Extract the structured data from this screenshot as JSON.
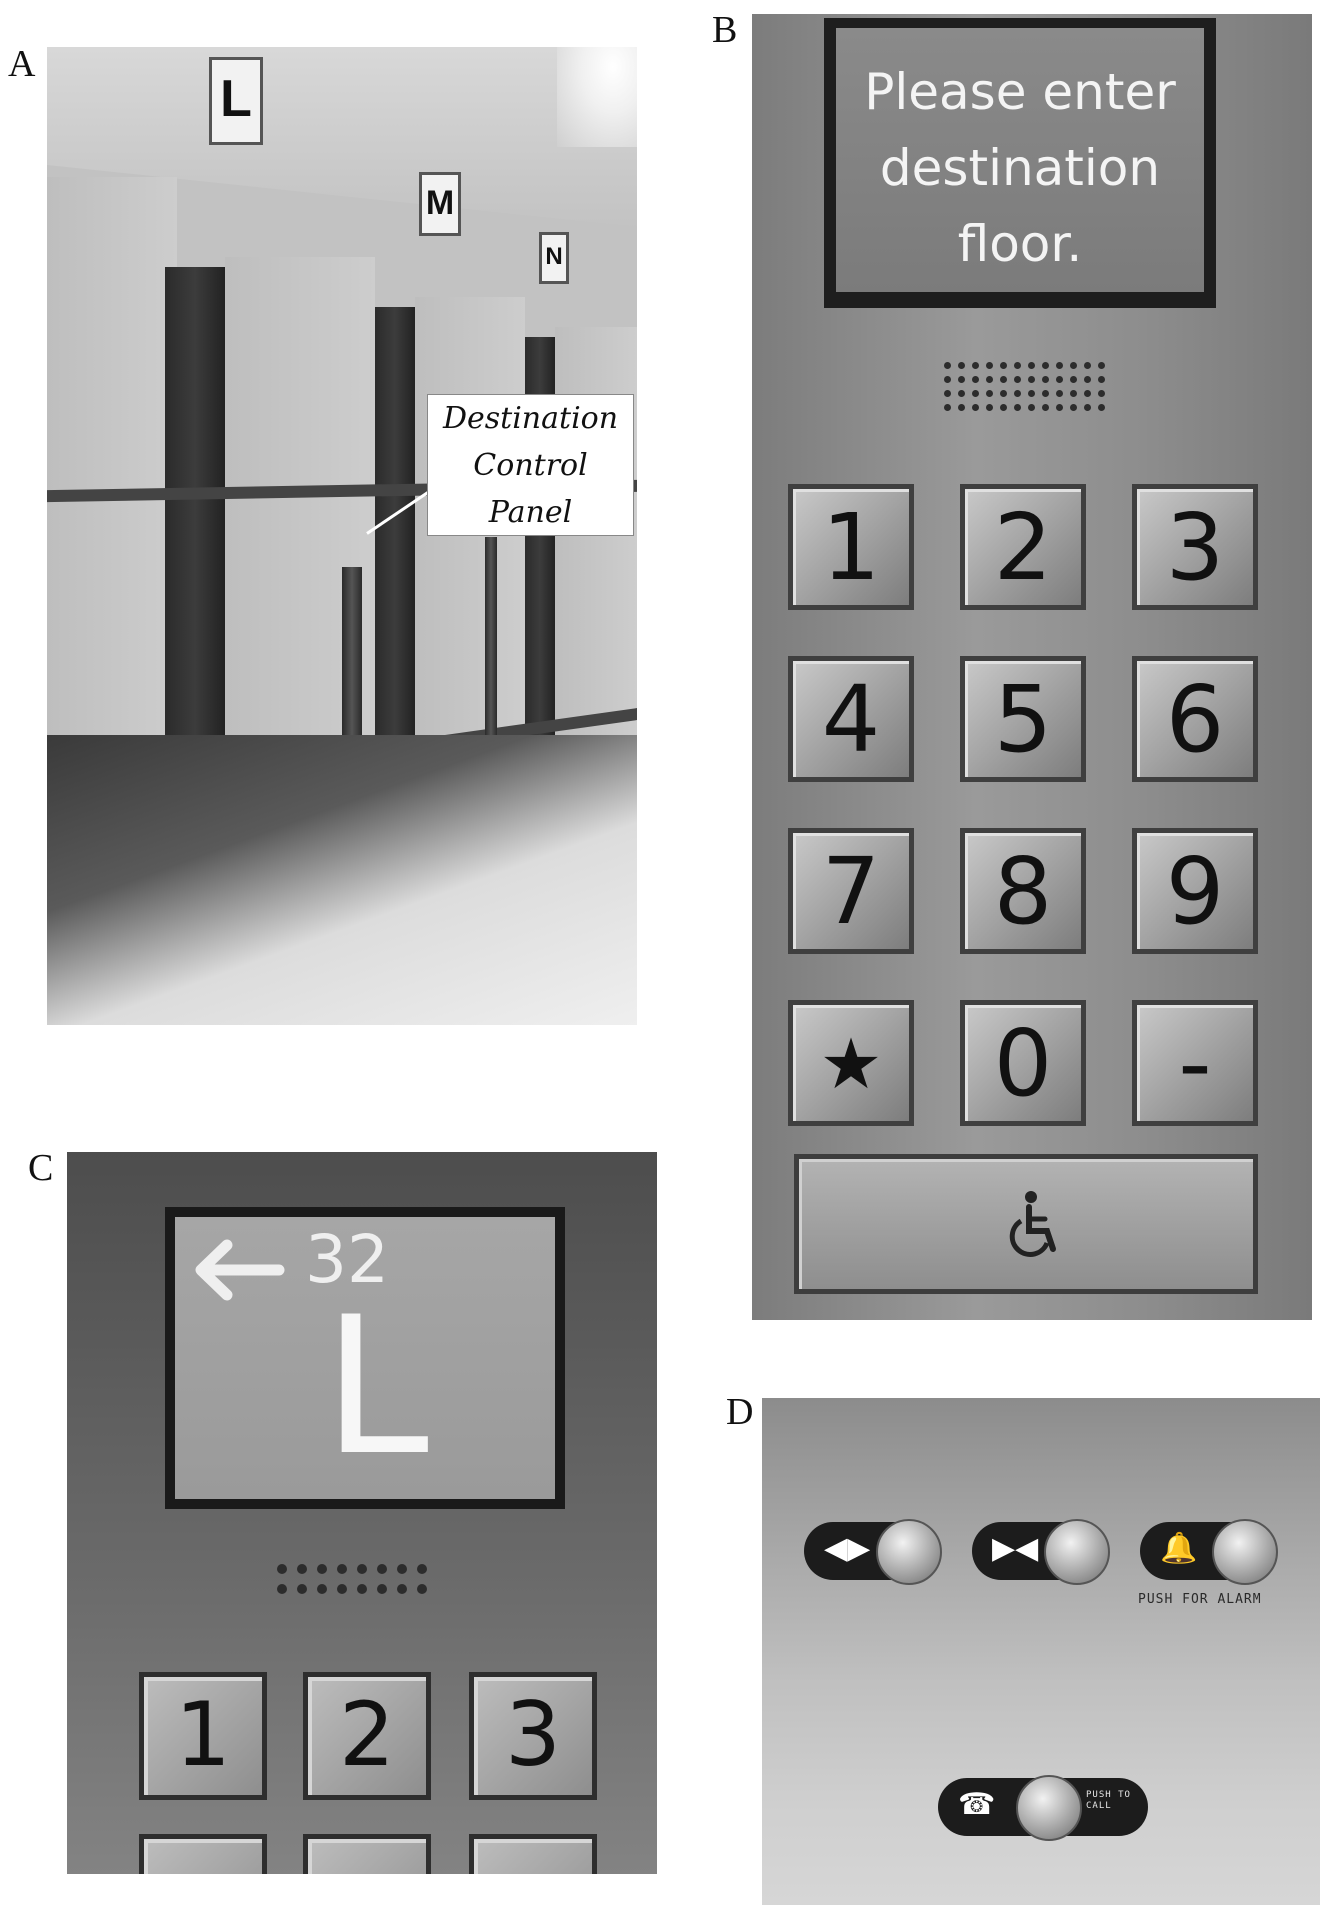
{
  "panel_labels": {
    "a": "A",
    "b": "B",
    "c": "C",
    "d": "D"
  },
  "panel_a": {
    "elevator_signs": [
      "L",
      "M",
      "N"
    ],
    "callout_lines": [
      "Destination",
      "Control",
      "Panel"
    ]
  },
  "panel_b": {
    "display_lines": [
      "Please enter",
      "destination",
      "floor."
    ],
    "keys": [
      "1",
      "2",
      "3",
      "4",
      "5",
      "6",
      "7",
      "8",
      "9",
      "★",
      "0",
      "-"
    ],
    "accessibility_icon": "wheelchair-icon"
  },
  "panel_c": {
    "direction_icon": "arrow-left-icon",
    "car_number": "32",
    "car_letter": "L",
    "keys": [
      "1",
      "2",
      "3"
    ]
  },
  "panel_d": {
    "buttons": [
      "door-open-icon",
      "door-close-icon",
      "alarm-bell-icon"
    ],
    "alarm_caption": "PUSH FOR ALARM",
    "call_button_caption": "PUSH TO CALL",
    "call_icon": "phone-icon"
  },
  "colors": {
    "background": "#ffffff",
    "display_text": "#f4f4f4",
    "key_text": "#111111"
  }
}
